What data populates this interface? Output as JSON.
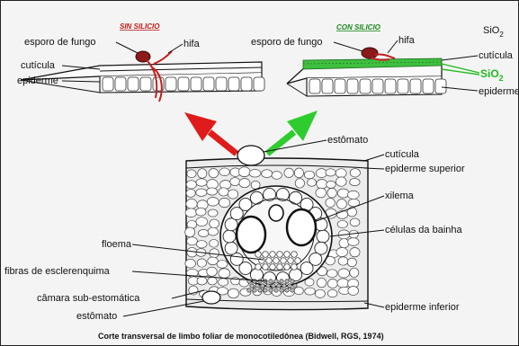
{
  "sin_silicio": {
    "header": "SIN SILICIO",
    "labels": {
      "spore": "esporo de fungo",
      "hyphae": "hifa",
      "cuticle": "cutícula",
      "epidermis": "epiderme"
    }
  },
  "con_silicio": {
    "header": "CON SILICIO",
    "sio2_corner": "SiO",
    "sio2_corner_sub": "2",
    "labels": {
      "spore": "esporo de fungo",
      "hyphae": "hifa",
      "cuticle": "cutícula",
      "sio2": "SiO",
      "sio2_sub": "2",
      "epidermis": "epiderme"
    }
  },
  "cross_section": {
    "labels": {
      "stomata_top": "estômato",
      "cuticle": "cutícula",
      "upper_epidermis": "epiderme superior",
      "xylem": "xilema",
      "sheath_cells": "células da bainha",
      "phloem": "floema",
      "sclerenchyma": "fibras de esclerenquima",
      "substomatal": "câmara sub-estomática",
      "stomata_bottom": "estômato",
      "lower_epidermis": "epiderme inferior"
    }
  },
  "caption": "Corte transversal de limbo foliar de monocotiledônea (Bidwell, RGS, 1974)",
  "colors": {
    "arrow_red": "#e01b1b",
    "arrow_green": "#2ecc2e",
    "silica_layer": "#3fbf3f",
    "spore": "#8b1a1a",
    "hyphae": "#c41e1e"
  }
}
